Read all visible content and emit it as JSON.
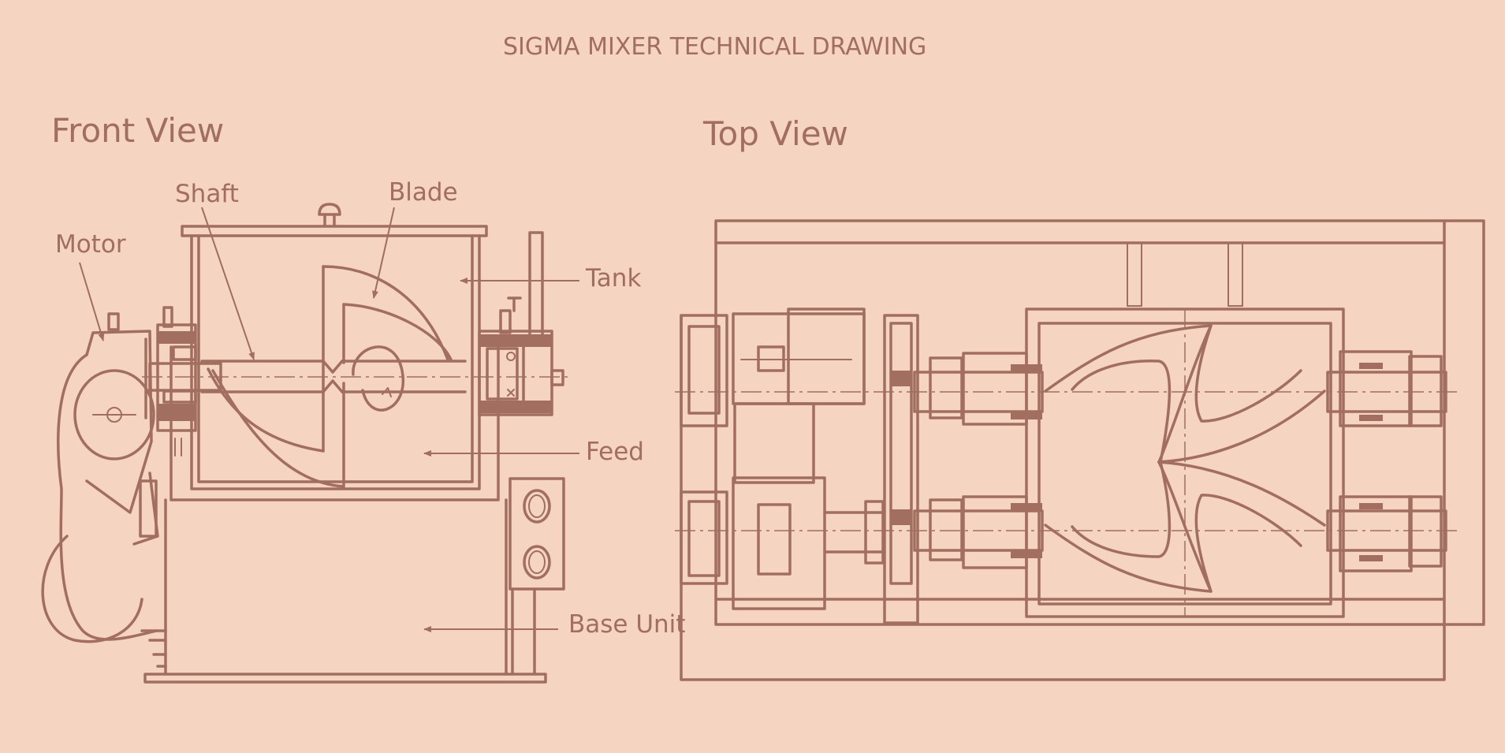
{
  "title": "SIGMA MIXER TECHNICAL DRAWING",
  "views": {
    "front": "Front View",
    "top": "Top View"
  },
  "labels": {
    "motor": "Motor",
    "shaft": "Shaft",
    "blade": "Blade",
    "tank": "Tank",
    "feed": "Feed",
    "base_unit": "Base Unit"
  },
  "colors": {
    "background": "#f5d4c1",
    "line": "#a16e60"
  }
}
